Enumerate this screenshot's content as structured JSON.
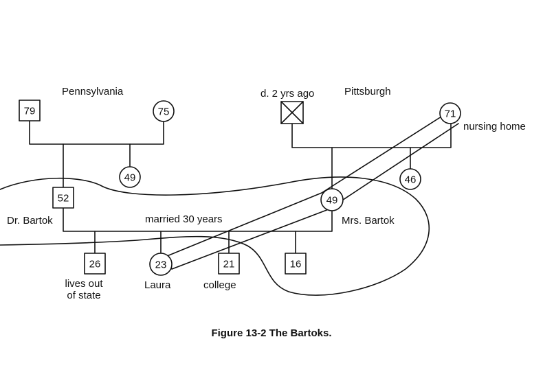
{
  "people": {
    "grandfather_pa": "79",
    "grandmother_pa": "75",
    "aunt_pa": "49",
    "father": "52",
    "mother": "49",
    "grandmother_pgh": "71",
    "aunt_pgh": "46",
    "son_out_of_state": "26",
    "laura": "23",
    "child_college": "21",
    "child_16": "16"
  },
  "labels": {
    "pennsylvania": "Pennsylvania",
    "pittsburgh": "Pittsburgh",
    "deceased": "d. 2 yrs ago",
    "nursing_home": "nursing home",
    "dr_bartok": "Dr. Bartok",
    "married": "married 30 years",
    "mrs_bartok": "Mrs. Bartok",
    "lives_out_line1": "lives out",
    "lives_out_line2": "of state",
    "laura": "Laura",
    "college": "college"
  },
  "caption": "Figure 13-2 The Bartoks."
}
